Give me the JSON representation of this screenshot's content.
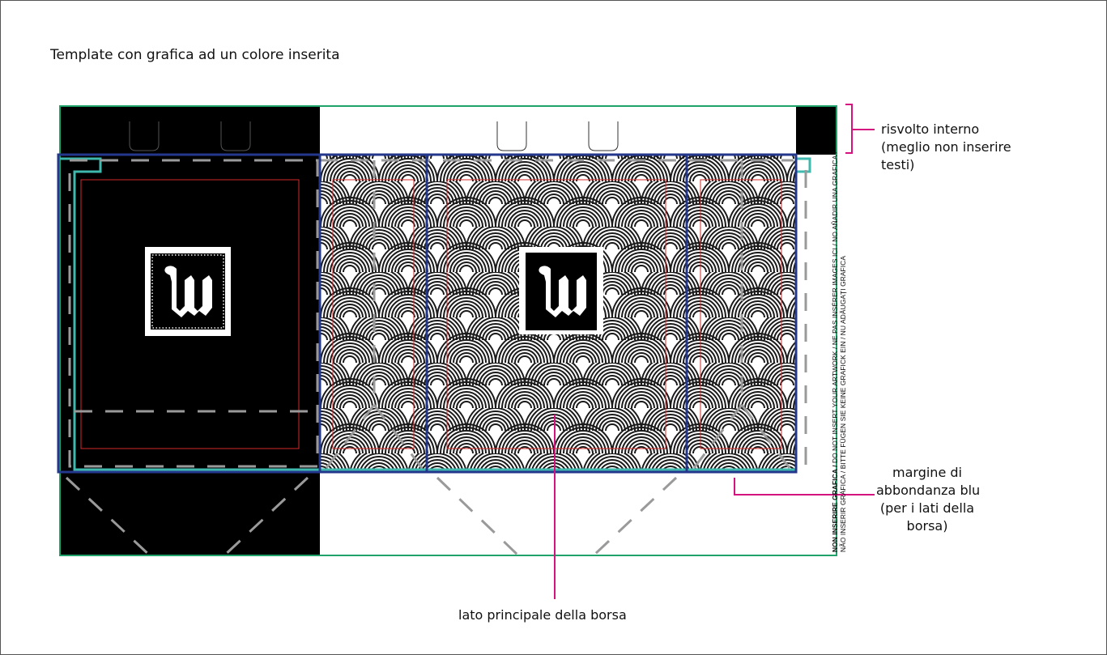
{
  "title": "Template con grafica ad un colore inserita",
  "annotations": {
    "inner_flap": [
      "risvolto interno",
      "(meglio non inserire",
      "testi)"
    ],
    "blue_bleed": [
      "margine di",
      "abbondanza blu",
      "(per i lati della",
      "borsa)"
    ],
    "main_side": "lato principale della borsa"
  },
  "warning": {
    "bold": "NON INSERIRE GRAFICA /",
    "line1_rest": " DO NOT INSERT YOUR ARTWORK / NE PAS INSÉRER IMAGES ICI / NO AÑADIR UNA GRAFICA /",
    "line2": "NÃO INSERIR GRÁFICA / BITTE FÜGEN SIE KEINE GRAFICK EIN / NU ADĂUGAȚI GRAFICA"
  },
  "colors": {
    "green": "#1fa36b",
    "teal": "#3fb9ad",
    "blue": "#23378c",
    "red": "#d42a2a",
    "magenta": "#d4137f",
    "dash": "#9a9a9a"
  },
  "icons": [
    "w-logo-icon"
  ]
}
